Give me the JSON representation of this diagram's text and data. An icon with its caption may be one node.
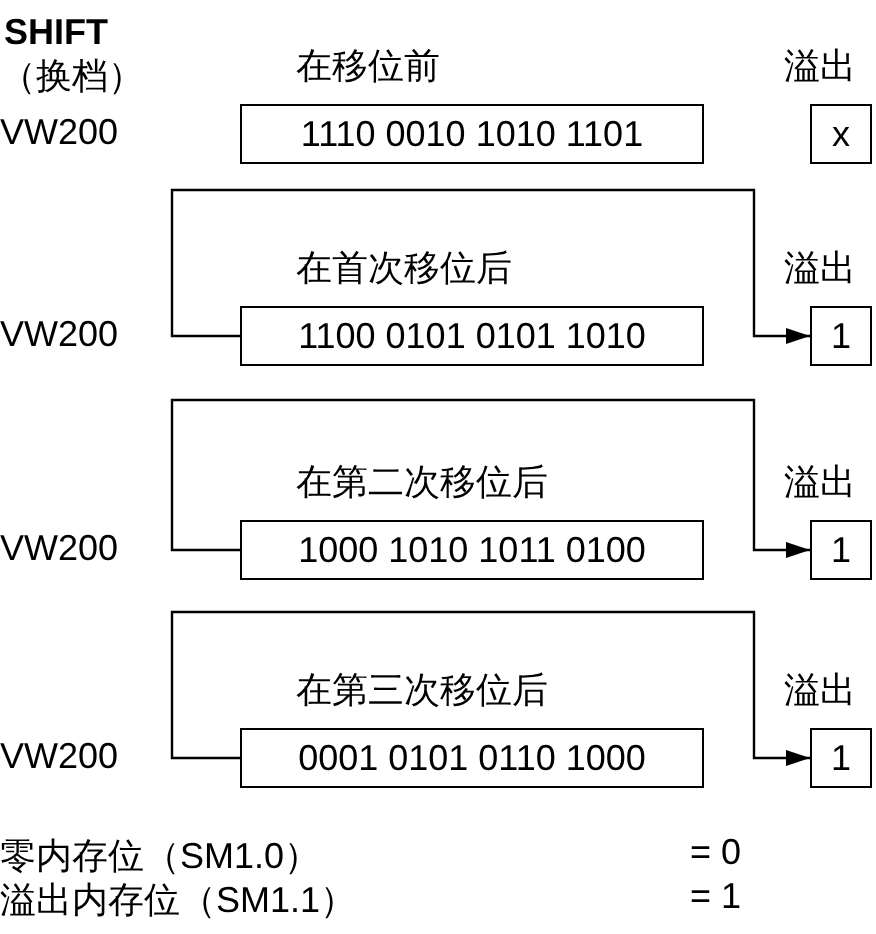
{
  "diagram": {
    "nodes": [
      {
        "text": [
          "在移位前",
          "1110 0010 1010 1101"
        ],
        "beside": [
          "VW200"
        ]
      },
      {
        "text": [
          "溢出",
          "x"
        ]
      },
      {
        "text": [
          "在首次移位后",
          "1100 0101 0101 1010"
        ],
        "beside": [
          "VW200"
        ]
      },
      {
        "text": [
          "溢出",
          "1"
        ]
      },
      {
        "text": [
          "在第二次移位后",
          "1000 1010 1011 0100"
        ],
        "beside": [
          "VW200"
        ]
      },
      {
        "text": [
          "溢出",
          "1"
        ]
      },
      {
        "text": [
          "在第三次移位后",
          "0001 0101 0110 1000"
        ],
        "beside": [
          "VW200"
        ]
      },
      {
        "text": [
          "溢出",
          "1"
        ]
      }
    ],
    "edges": [
      {
        "from": 2,
        "to": 3,
        "arrow": "to"
      },
      {
        "from": 4,
        "to": 5,
        "arrow": "to"
      },
      {
        "from": 6,
        "to": 7,
        "arrow": "to"
      }
    ],
    "labels": [
      "SHIFT",
      "（换档）",
      "零内存位（SM1.0）",
      "= 0",
      "溢出内存位（SM1.1）",
      "= 1"
    ]
  }
}
